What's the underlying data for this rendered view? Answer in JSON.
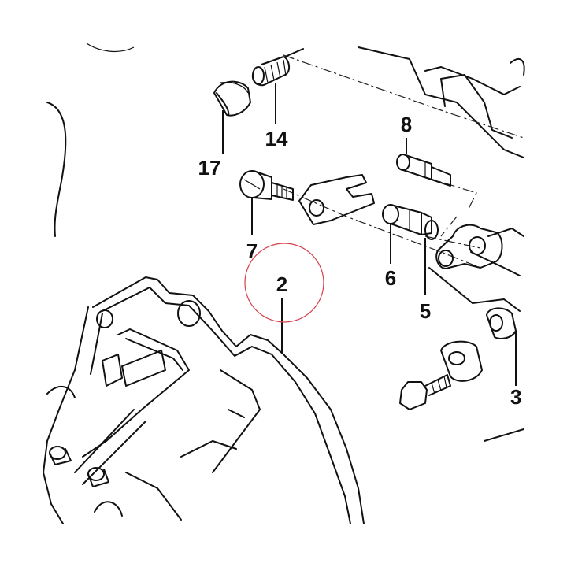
{
  "diagram": {
    "callouts": [
      {
        "id": "c17",
        "label": "17"
      },
      {
        "id": "c14",
        "label": "14"
      },
      {
        "id": "c8",
        "label": "8"
      },
      {
        "id": "c7",
        "label": "7"
      },
      {
        "id": "c6",
        "label": "6"
      },
      {
        "id": "c5",
        "label": "5"
      },
      {
        "id": "c2",
        "label": "2"
      },
      {
        "id": "c3",
        "label": "3"
      }
    ],
    "highlighted_callout": "2",
    "colors": {
      "line": "#111111",
      "highlight": "#d6404a",
      "background": "#ffffff"
    }
  }
}
